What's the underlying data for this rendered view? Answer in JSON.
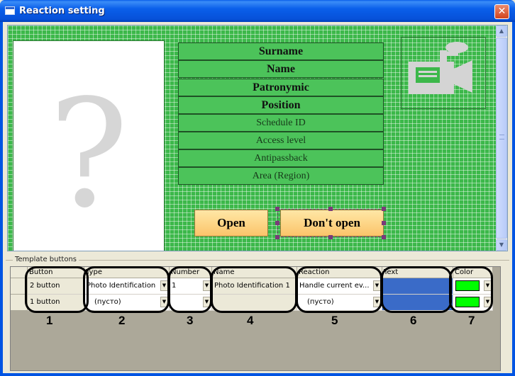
{
  "window": {
    "title": "Reaction setting",
    "close_glyph": "✕"
  },
  "canvas": {
    "photo_placeholder": "?",
    "fields_bold": [
      "Surname",
      "Name",
      "Patronymic",
      "Position"
    ],
    "fields_regular": [
      "Schedule ID",
      "Access level",
      "Antipassback",
      "Area (Region)"
    ],
    "camera_icon": "video-camera-icon",
    "open_button": "Open",
    "dont_open_button": "Don't open",
    "grid_color": "#3cb84a"
  },
  "template_buttons": {
    "group_label": "Template buttons",
    "columns": [
      "Button",
      "Type",
      "Number",
      "Name",
      "Reaction",
      "Text",
      "Color"
    ],
    "rows": [
      {
        "button": "2 button",
        "type": "Photo Identification",
        "number": "1",
        "name": "Photo Identification 1",
        "reaction": "Handle current ev...",
        "text": "",
        "color": "#00ff00"
      },
      {
        "button": "1 button",
        "type": "(пусто)",
        "number": "",
        "name": "",
        "reaction": "(пусто)",
        "text": "",
        "color": "#00ff00"
      }
    ]
  },
  "annotations": [
    "1",
    "2",
    "3",
    "4",
    "5",
    "6",
    "7"
  ]
}
